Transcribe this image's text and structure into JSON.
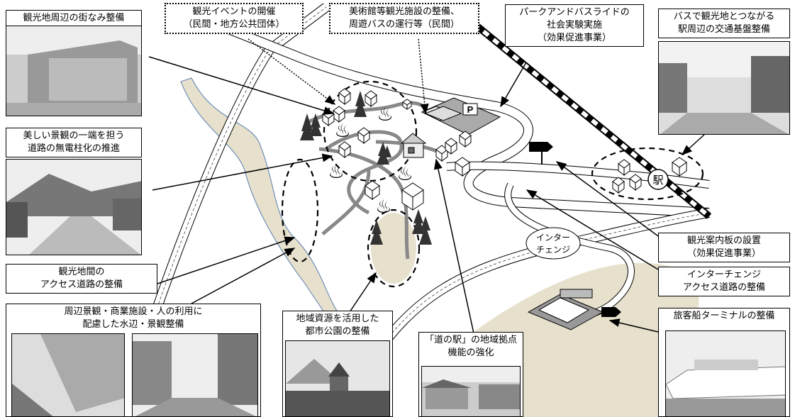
{
  "labels": {
    "townscape": "観光地周辺の街なみ整備",
    "event": {
      "line1": "観光イベントの開催",
      "line2": "（民間・地方公共団体）"
    },
    "museum": {
      "line1": "美術館等観光施設の整備、",
      "line2": "周遊バスの運行等（民間）"
    },
    "park_ride": {
      "line1": "パークアンドバスライドの",
      "line2": "社会実験実施",
      "line3": "（効果促進事業）"
    },
    "station_infra": {
      "line1": "バスで観光地とつながる",
      "line2": "駅周辺の交通基盤整備"
    },
    "utility_pole": {
      "line1": "美しい景観の一端を担う",
      "line2": "道路の無電柱化の推進"
    },
    "access_road": {
      "line1": "観光地間の",
      "line2": "アクセス道路の整備"
    },
    "waterfront": {
      "line1": "周辺景観・商業施設・人の利用に",
      "line2": "配慮した水辺・景観整備"
    },
    "urban_park": {
      "line1": "地域資源を活用した",
      "line2": "都市公園の整備"
    },
    "michinoeki": {
      "line1": "「道の駅」の地域拠点",
      "line2": "機能の強化"
    },
    "signboard": {
      "line1": "観光案内板の設置",
      "line2": "（効果促進事業）"
    },
    "ic_road": {
      "line1": "インターチェンジ",
      "line2": "アクセス道路の整備"
    },
    "ferry": "旅客船ターミナルの整備"
  },
  "map": {
    "station": "駅",
    "interchange": {
      "line1": "インター",
      "line2": "チェンジ"
    },
    "parking": "P",
    "onsen_symbol": "♨"
  },
  "colors": {
    "road": "#888888",
    "sand": "#e6e0cc",
    "river": "#e6e0cc",
    "river_edge": "#5a7fb0"
  }
}
